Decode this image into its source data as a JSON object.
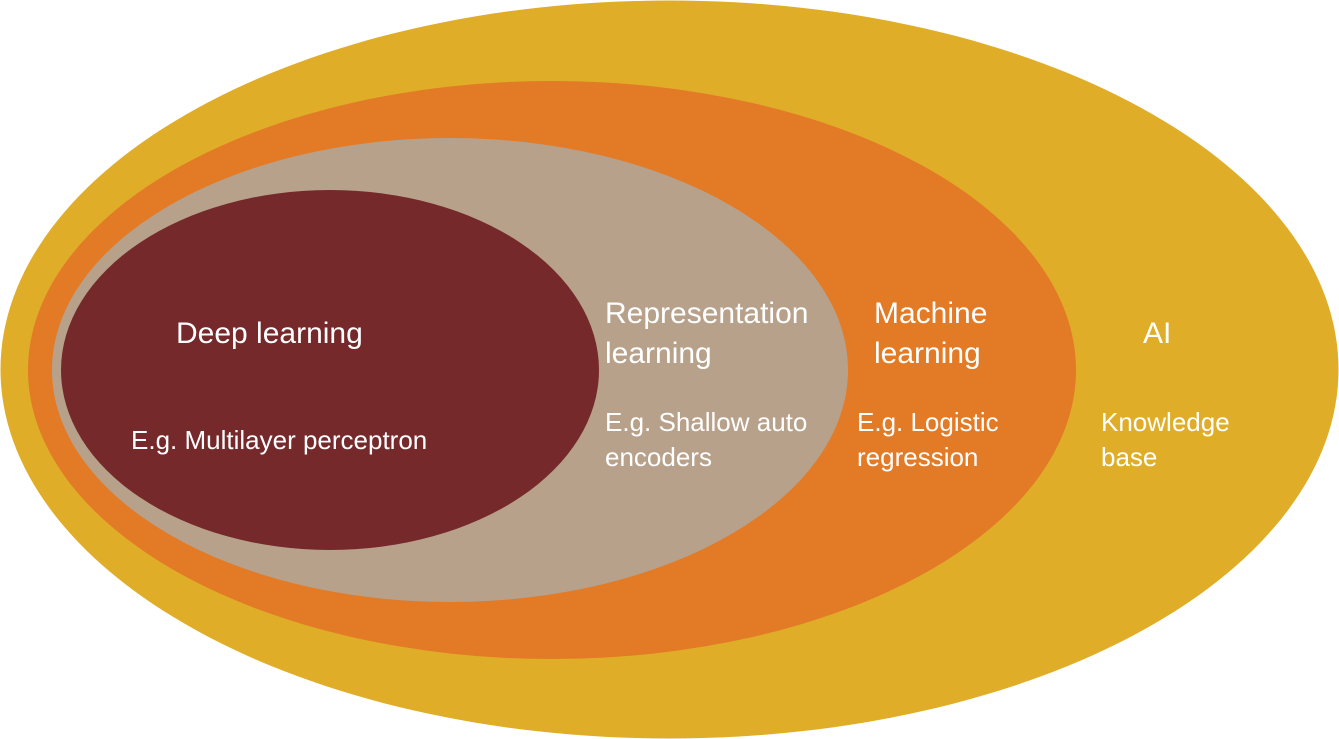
{
  "regions": [
    {
      "id": "ai",
      "title": "AI",
      "example": "Knowledge base",
      "example_lines": [
        "Knowledge",
        "base"
      ],
      "color": "#e0ad28"
    },
    {
      "id": "machine-learning",
      "title": "Machine learning",
      "title_lines": [
        "Machine",
        "learning"
      ],
      "example": "E.g. Logistic regression",
      "example_lines": [
        "E.g. Logistic",
        "regression"
      ],
      "color": "#e37a26"
    },
    {
      "id": "representation-learning",
      "title": "Representation learning",
      "title_lines": [
        "Representation",
        "learning"
      ],
      "example": "E.g. Shallow auto encoders",
      "example_lines": [
        "E.g. Shallow auto",
        "encoders"
      ],
      "color": "#b8a18a"
    },
    {
      "id": "deep-learning",
      "title": "Deep learning",
      "example": "E.g. Multilayer perceptron",
      "color": "#75292b"
    }
  ],
  "text_color": "#ffffff"
}
